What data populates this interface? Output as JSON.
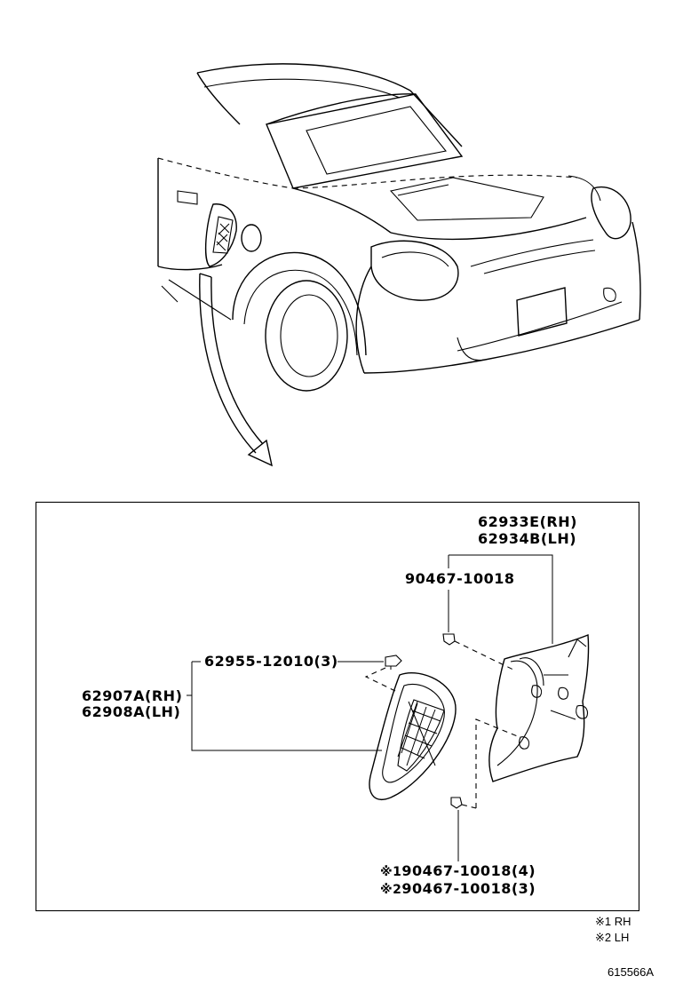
{
  "parts": {
    "bracket_rh": "62933E(RH)",
    "bracket_lh": "62934B(LH)",
    "clip_top": "90467-10018",
    "screw": "62955-12010(3)",
    "louver_rh": "62907A(RH)",
    "louver_lh": "62908A(LH)",
    "clip_bottom_1_mark": "※1",
    "clip_bottom_1": "90467-10018(4)",
    "clip_bottom_2_mark": "※2",
    "clip_bottom_2": "90467-10018(3)"
  },
  "legend": {
    "note1": "※1 RH",
    "note2": "※2 LH"
  },
  "drawing_code": "615566A"
}
